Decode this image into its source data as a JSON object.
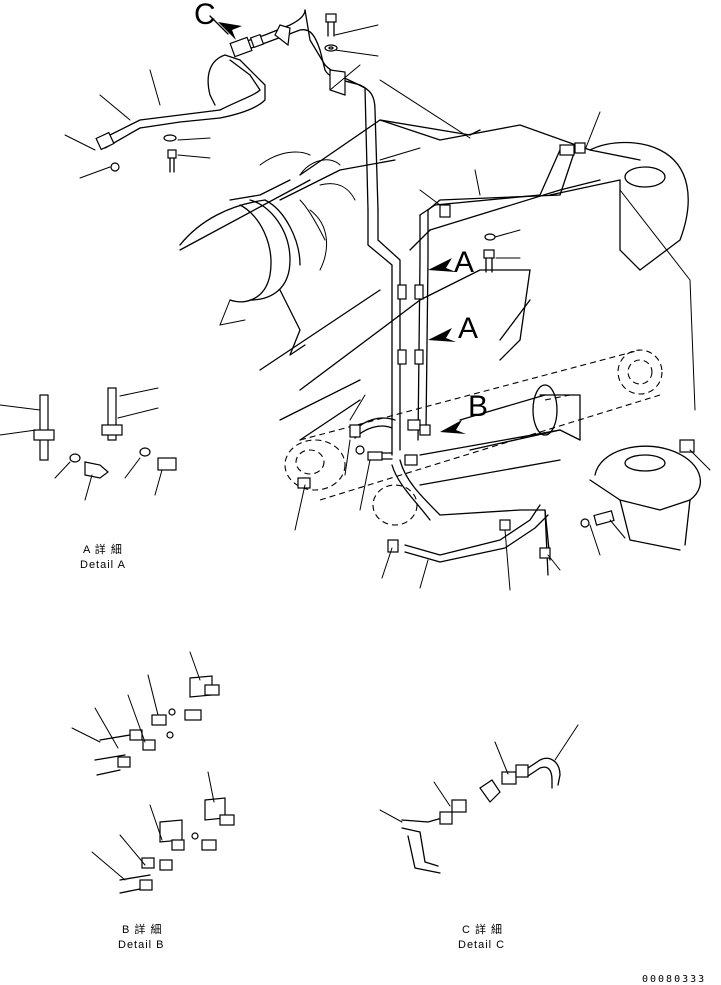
{
  "markers": {
    "a_upper": "A",
    "a_lower": "A",
    "b": "B",
    "c": "C"
  },
  "details": {
    "a_jp": "A 詳 細",
    "a_en": "Detail A",
    "b_jp": "B 詳 細",
    "b_en": "Detail B",
    "c_jp": "C 詳 細",
    "c_en": "Detail C"
  },
  "drawing_number": "00080333"
}
